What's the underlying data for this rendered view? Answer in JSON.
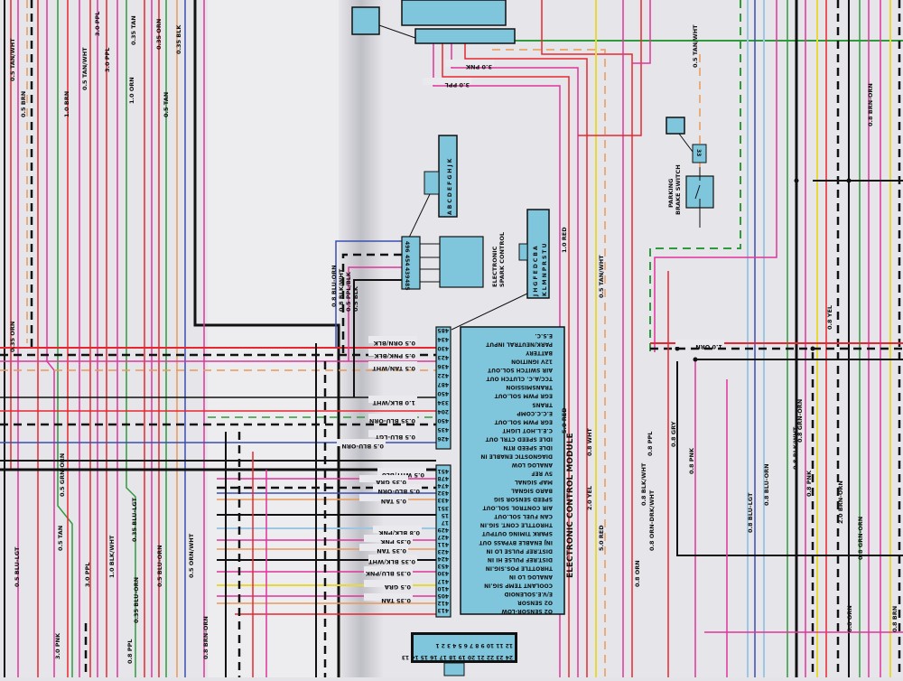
{
  "colors": {
    "paper": "#e8e8ec",
    "fold_shadow": "#c9c9cf",
    "module_fill": "#7fc6dc",
    "red": "#e8262f",
    "pink": "#e0359a",
    "black": "#111111",
    "green": "#2e9a3c",
    "blue": "#3a4fb0",
    "orange": "#e79a5a",
    "yellow": "#e8d83a",
    "light_blue": "#9cc7e4"
  },
  "titles": {
    "ecm": "ELECTRONIC CONTROL MODULE",
    "esc_line1": "ELECTRONIC",
    "esc_line2": "SPARK CONTROL",
    "parking_line1": "PARKING",
    "parking_line2": "BRAKE SWITCH"
  },
  "ecm_functions": [
    "E.S.C.",
    "PARK/NEUTRAL INPUT",
    "BATTERY",
    "12V IGNITION",
    "AIR SWITCH SOL.OUT",
    "TCC/A.C. CLUTCH OUT",
    "TRANSMISSION",
    "EGR PWM SOL.OUT",
    "TRANS",
    "E.C.C.COMP",
    "EGR PWM SOL.OUT",
    "C.E.L.HOT LIGHT",
    "IDLE SPEED CTRL OUT",
    "IDLE SPEED RTN",
    "DIAGNOSTIC ENABLE IN",
    "ANALOG LOW",
    "5V REF",
    "MAP SIGNAL",
    "BARO SIGNAL",
    "SPEED SENSOR SIG",
    "AIR CONTROL SOL.OUT",
    "CAN FUEL SOL.OUT",
    "THROTTLE CONT. SIG.IN",
    "SPARK TIMING OUTPUT",
    "INJ ENABLE BYPASS OUT",
    "DIST.REF PULSE LO IN",
    "DIST.REF PULSE HI IN",
    "THROTTLE POS.SIG.IN",
    "ANALOG LO IN",
    "COOLANT TEMP SIG.IN",
    "E/V.E.SOLENOID",
    "O2 SENSOR",
    "O2 SENSOR-LOW"
  ],
  "ecm_pins_upper": [
    "485",
    "434",
    "430",
    "423",
    "436",
    "422",
    "487",
    "450",
    "334",
    "204",
    "450",
    "435",
    "426"
  ],
  "ecm_pins_lower": [
    "451",
    "478",
    "474",
    "432",
    "433",
    "351",
    "15",
    "17",
    "429",
    "427",
    "411",
    "423",
    "424",
    "453",
    "430",
    "417",
    "410",
    "405",
    "412",
    "413"
  ],
  "esc_pins": [
    "496",
    "454",
    "439",
    "485"
  ],
  "connector_abc": "A B C D E F G H J K",
  "connector_ecm_top": "J H G F E D C B A",
  "connector_ecm_bottom": "K L M N P R S T U",
  "connector_bottom_top": "12 11 10 9 8 7 6 5 4 3 2 1",
  "connector_bottom_bottom": "24 23 22 21 20 19 18 17 16 15 14 13",
  "parking_pin": "33",
  "wire_labels_vertical": [
    "0.5 TAN/WHT",
    "0.5 BRN",
    "3.0 PPL",
    "3.0 PPL",
    "0.35 TAN",
    "0.35 ORN",
    "0.35 BLK",
    "1.0 BRN",
    "0.5 TAN/WHT",
    "1.0 ORN",
    "0.5 TAN",
    "0.35 ORN",
    "0.5 BLU-LGT",
    "0.5 TAN",
    "3.0 PPL",
    "1.0 BLK/WHT",
    "0.35 BLU-LGT",
    "0.5 BLU-ORN",
    "0.35 BLU-ORN",
    "0.5 ORN/WHT",
    "0.5 GRN-ORN",
    "3.0 PNK",
    "0.8 PPL",
    "0.8 BRN-ORN",
    "1.0 RED",
    "5.0 RED",
    "0.5 TAN/WHT",
    "0.8 WHT",
    "2.0 YEL",
    "5.0 RED",
    "0.8 ORN",
    "0.8 GRY",
    "0.8 BLK/WHT",
    "0.8 PPL",
    "0.8 ORN-DRK/WHT",
    "0.5 TAN/WHT",
    "0.8 PNK",
    "0.8 YEL",
    "0.8 BRN-ORN",
    "0.8 BLU-LGT",
    "0.8 BLU-ORN",
    "0.8 BLK/WHT",
    "0.8 GRN-ORN",
    "0.8 PNK",
    "2.0 BRN-ORN",
    "0.8 GRN-ORN",
    "0.8 ORN",
    "0.8 BRN",
    "0.8 BLU-ORN",
    "0.8 BLK/WHT",
    "0.5 PPL/BLK",
    "0.5 BLK"
  ],
  "wire_labels_flipped": [
    "3.0 PNK",
    "3.0 PPL",
    "1.0 ORN",
    "0.5 ORN/BLK",
    "0.5 PNK/BLK",
    "0.5 TAN/WHT",
    "1.0 BLK/WHT",
    "0.35 BLU-ORN",
    "0.5 BLU-LGT",
    "0.5 BLU-ORN",
    "0.5 WHT/BLU",
    "0.35 GRA",
    "0.5 BLU-ORN",
    "0.5 TAN",
    "0.8 BLK/PNK",
    "0.35 PNK",
    "0.35 TAN",
    "0.35 BLK/WHT",
    "0.35 BLU/PNK",
    "0.5 GRA",
    "0.35 TAN"
  ]
}
